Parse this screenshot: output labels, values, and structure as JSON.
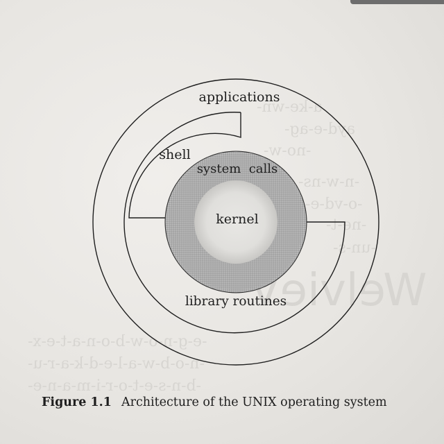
{
  "diagram": {
    "labels": {
      "applications": "applications",
      "shell": "shell",
      "system_calls": "system  calls",
      "kernel": "kernel",
      "library_routines": "library routines"
    }
  },
  "caption": {
    "number": "Figure 1.1",
    "text": "Architecture of the UNIX operating system"
  },
  "colors": {
    "ink": "#1e1e1e",
    "ring_shade": "#a9a9a9",
    "kernel_fill": "#e4e3e0"
  }
}
